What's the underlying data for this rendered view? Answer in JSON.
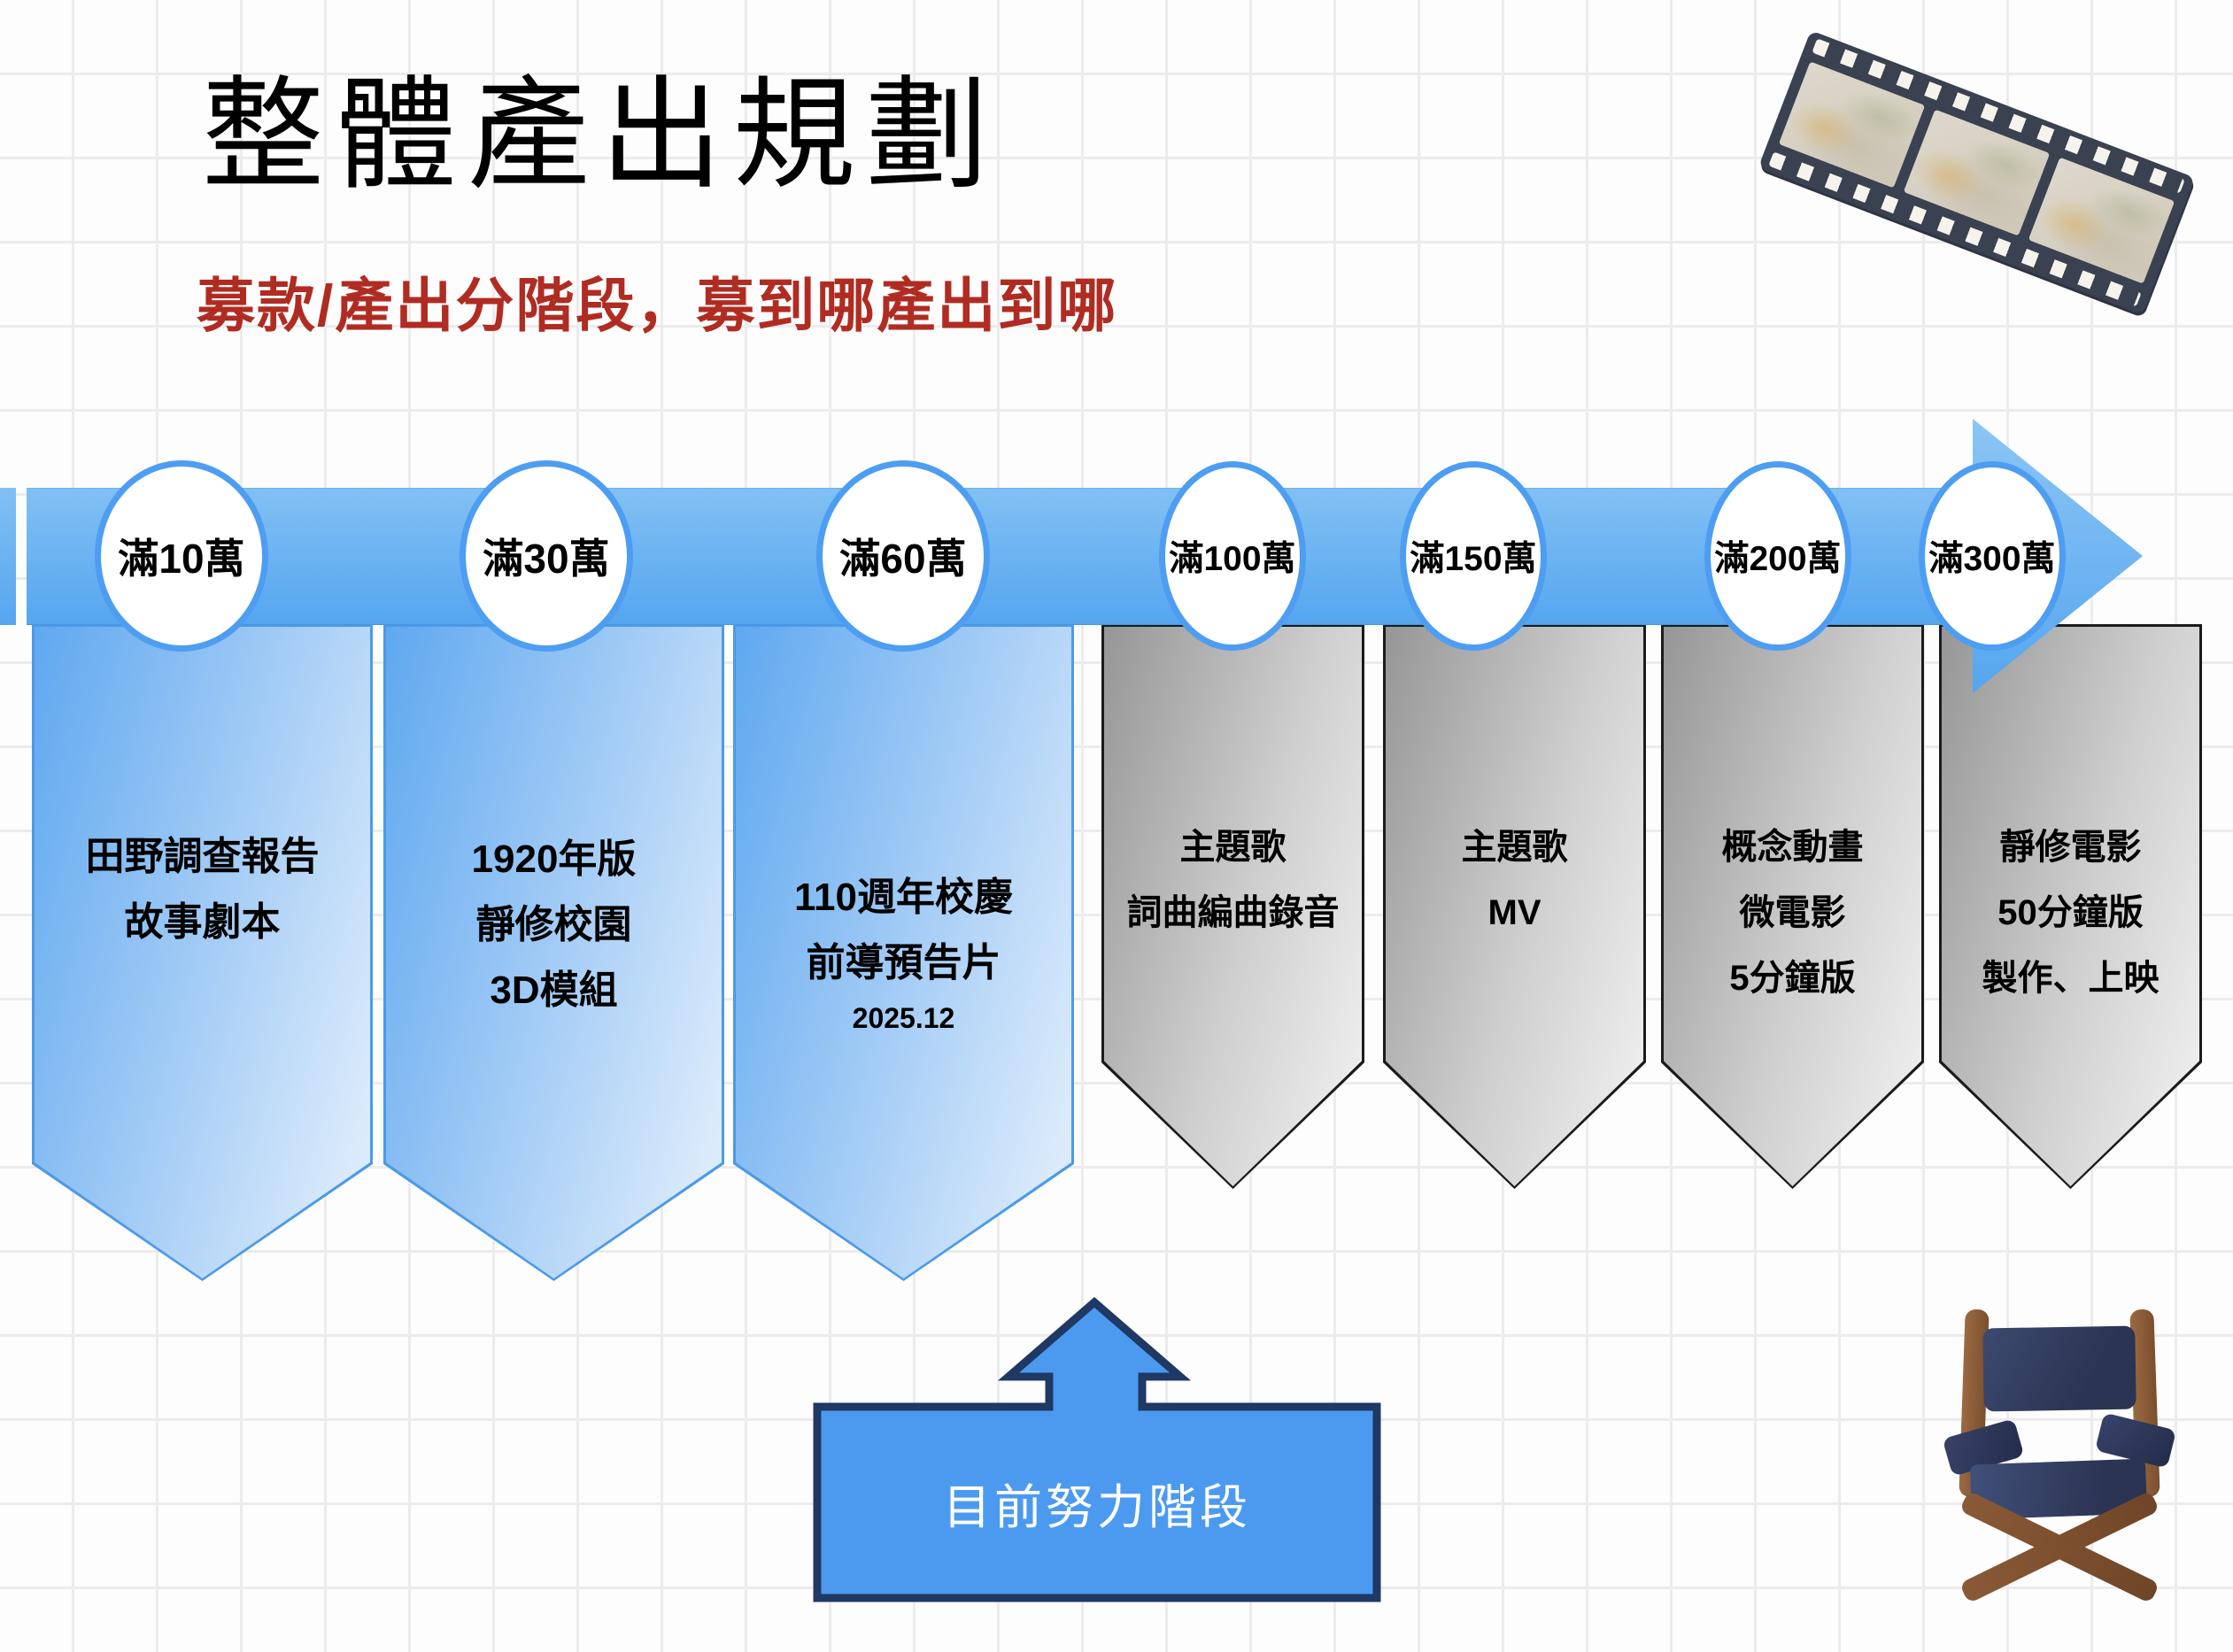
{
  "header": {
    "title": "整體產出規劃",
    "subtitle": "募款/產出分階段，募到哪產出到哪"
  },
  "timeline": {
    "milestones": [
      {
        "label": "滿10萬",
        "style": "blue",
        "lines": [
          "田野調查報告",
          "故事劇本"
        ]
      },
      {
        "label": "滿30萬",
        "style": "blue",
        "lines": [
          "1920年版",
          "靜修校園",
          "3D模組"
        ]
      },
      {
        "label": "滿60萬",
        "style": "blue",
        "lines": [
          "110週年校慶",
          "前導預告片"
        ],
        "note": "2025.12"
      },
      {
        "label": "滿100萬",
        "style": "gray",
        "lines": [
          "主題歌",
          "詞曲編曲錄音"
        ]
      },
      {
        "label": "滿150萬",
        "style": "gray",
        "lines": [
          "主題歌",
          "MV"
        ]
      },
      {
        "label": "滿200萬",
        "style": "gray",
        "lines": [
          "概念動畫",
          "微電影",
          "5分鐘版"
        ]
      },
      {
        "label": "滿300萬",
        "style": "gray",
        "lines": [
          "靜修電影",
          "50分鐘版",
          "製作、上映"
        ]
      }
    ]
  },
  "callout": {
    "label": "目前努力階段"
  },
  "decorations": {
    "film_strip": "film-strip-illustration",
    "directors_chair": "directors-chair-illustration"
  },
  "colors": {
    "subtitle_red": "#b02c22",
    "band_top": "#82c0f3",
    "band_bottom": "#55a6ef",
    "circle_border": "#4d9df2",
    "banner_blue": "#5fa8ef",
    "banner_gray": "#969696",
    "callout_fill": "#4c9af0",
    "callout_border": "#1f3864"
  }
}
